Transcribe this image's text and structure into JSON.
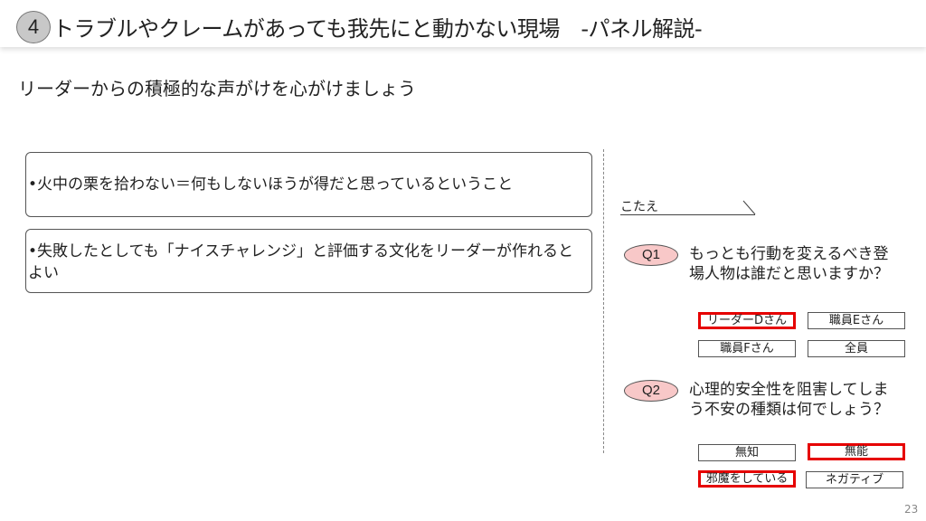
{
  "header": {
    "number": "4",
    "title": "トラブルやクレームがあっても我先にと動かない現場　-パネル解説-"
  },
  "subtitle": "リーダーからの積極的な声がけを心がけましょう",
  "points": [
    "•火中の栗を拾わない＝何もしないほうが得だと思っているということ",
    "•失敗したとしても「ナイスチャレンジ」と評価する文化をリーダーが作れるとよい"
  ],
  "answer_label": "こたえ",
  "questions": [
    {
      "label": "Q1",
      "text": "もっとも行動を変えるべき登場人物は誰だと思いますか？",
      "options": [
        {
          "text": "リーダーDさん",
          "selected": true
        },
        {
          "text": "職員Eさん",
          "selected": false
        },
        {
          "text": "職員Fさん",
          "selected": false
        },
        {
          "text": "全員",
          "selected": false
        }
      ]
    },
    {
      "label": "Q2",
      "text": "心理的安全性を阻害してしまう不安の種類は何でしょう？",
      "options": [
        {
          "text": "無知",
          "selected": false
        },
        {
          "text": "無能",
          "selected": true
        },
        {
          "text": "邪魔をしている",
          "selected": true
        },
        {
          "text": "ネガティブ",
          "selected": false
        }
      ]
    }
  ],
  "page_number": "23",
  "colors": {
    "selected": "#e60000",
    "q_badge": "#f8c8c8"
  }
}
